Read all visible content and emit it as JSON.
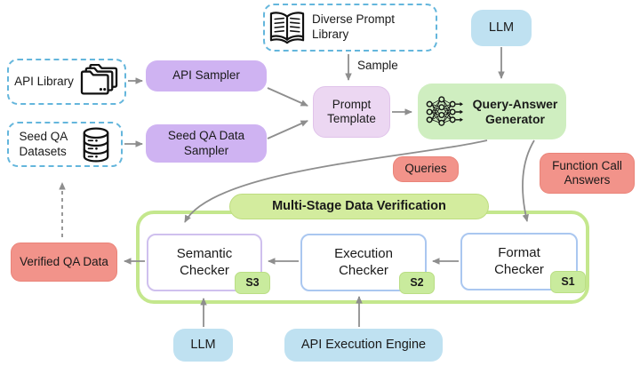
{
  "nodes": {
    "diverse_prompt_library": "Diverse Prompt Library",
    "llm_top": "LLM",
    "api_library": "API Library",
    "api_sampler": "API Sampler",
    "seed_qa_datasets": "Seed QA Datasets",
    "seed_qa_data_sampler": "Seed QA Data Sampler",
    "prompt_template": "Prompt Template",
    "query_answer_generator": "Query-Answer Generator",
    "queries": "Queries",
    "function_call_answers": "Function Call Answers",
    "multi_stage_header": "Multi-Stage Data Verification",
    "semantic_checker": "Semantic Checker",
    "execution_checker": "Execution Checker",
    "format_checker": "Format Checker",
    "verified_qa_data": "Verified QA Data",
    "llm_bottom": "LLM",
    "api_execution_engine": "API Execution Engine"
  },
  "badges": {
    "semantic": "S3",
    "execution": "S2",
    "format": "S1"
  },
  "edge_labels": {
    "sample": "Sample"
  },
  "icons": {
    "diverse_prompt_library": "open-book-icon",
    "api_library": "folders-icon",
    "seed_qa_datasets": "database-icon",
    "query_answer_generator": "neural-network-icon"
  },
  "colors": {
    "sampler_purple": "#cfb3f2",
    "prompt_pink": "#ecd7f2",
    "generator_green": "#cfeec0",
    "llm_blue": "#bfe1f1",
    "data_salmon": "#f2938a",
    "verify_pill_green": "#d3ec9e",
    "badge_green": "#c9eb9d",
    "container_border_green": "#c4e78d",
    "semantic_border_purple": "#cfc0ee",
    "checker_border_blue": "#aac7f0",
    "dashed_border_blue": "#64b6dc",
    "arrow_gray": "#8e8e8e"
  }
}
